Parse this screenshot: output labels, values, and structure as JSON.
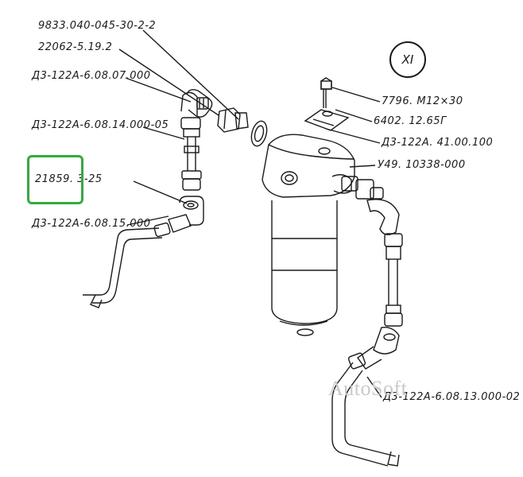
{
  "section": {
    "number": "XI"
  },
  "labels": {
    "l1": "9833.040-045-30-2-2",
    "l2": "22062-5.19.2",
    "l3": "Д3-122А-6.08.07.000",
    "l4": "Д3-122А-6.08.14.000-05",
    "l5_main": "21859.",
    "l5_suffix": "3-25",
    "l6": "Д3-122А-6.08.15.000",
    "r1": "7796. М12×30",
    "r2": "6402. 12.65Г",
    "r3": "Д3-122А. 41.00.100",
    "r4": "У49. 10338-000",
    "r5": "Д3-122А-6.08.13.000-02"
  },
  "watermark": {
    "text": "AutoSoft"
  },
  "colors": {
    "line": "#1a1a1a",
    "highlight": "#2fae39",
    "watermark": "#c9c9c9"
  }
}
